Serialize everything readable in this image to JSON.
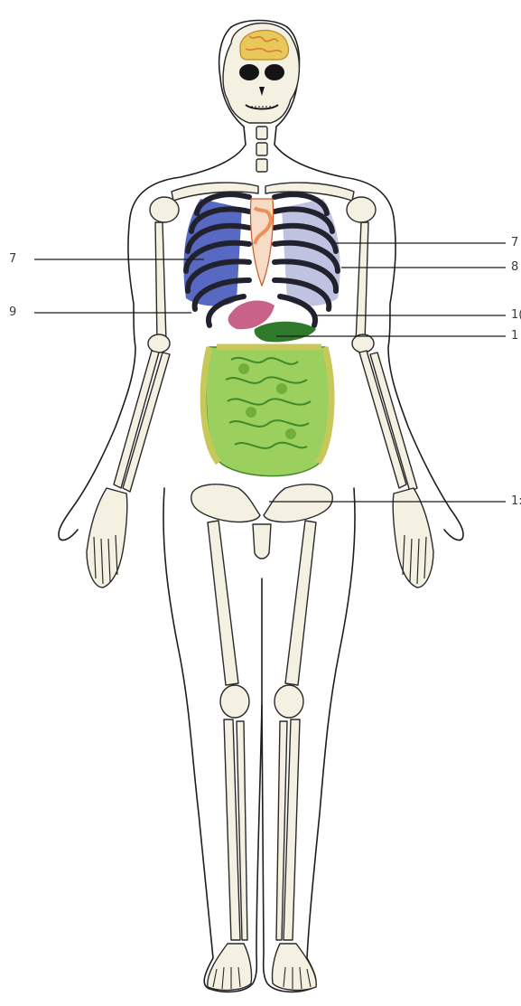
{
  "labels": {
    "left_7": "7",
    "left_9": "9",
    "right_7": "7",
    "right_8": "8",
    "right_10": "1(",
    "right_11": "1",
    "right_12": "1:"
  },
  "structures": {
    "body_outline": "body-outline",
    "skull": "skull",
    "brain": "brain",
    "rib_cage": "rib-cage",
    "heart": "heart",
    "lung_left": "left-lung",
    "lung_right": "right-lung",
    "liver": "liver",
    "stomach": "stomach",
    "intestines": "intestines",
    "pelvis": "pelvis",
    "arms": "arms",
    "legs": "legs",
    "hands": "hands",
    "feet": "feet"
  },
  "colors": {
    "bone": "#f4f1e2",
    "outline": "#1e1e1e",
    "brain": "#e9c85a",
    "brain_accent": "#d8733a",
    "rib": "#22222e",
    "lung_blue": "#3b4fb8",
    "heart_sternum": "#ee7a3c",
    "liver": "#c2527a",
    "stomach": "#2f7a2a",
    "intestine": "#86c24a",
    "intestine_dark": "#3f8a2a",
    "colon": "#c6c85a"
  }
}
